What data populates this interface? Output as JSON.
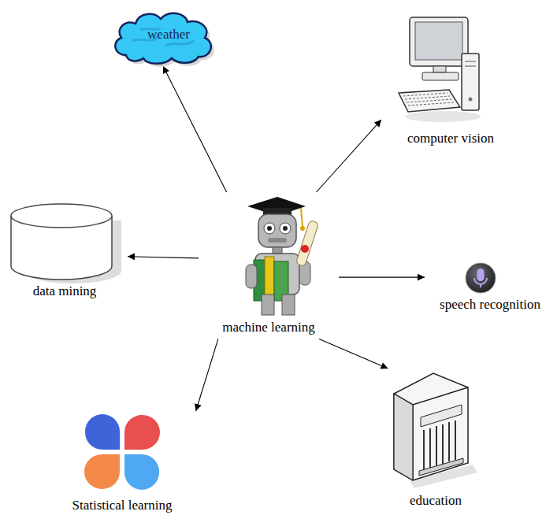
{
  "diagram": {
    "nodes": [
      {
        "text": [
          "weather"
        ]
      },
      {
        "text": [
          "computer vision"
        ]
      },
      {
        "text": [
          "data mining"
        ]
      },
      {
        "text": [
          "machine learning"
        ]
      },
      {
        "text": [
          "speech recognition"
        ]
      },
      {
        "text": [
          "Statistical learning"
        ]
      },
      {
        "text": [
          "education"
        ]
      }
    ],
    "edges": [
      {
        "from": 3,
        "to": 0,
        "arrow": "to"
      },
      {
        "from": 3,
        "to": 1,
        "arrow": "to"
      },
      {
        "from": 3,
        "to": 2,
        "arrow": "to"
      },
      {
        "from": 3,
        "to": 4,
        "arrow": "to"
      },
      {
        "from": 3,
        "to": 5,
        "arrow": "to"
      },
      {
        "from": 3,
        "to": 6,
        "arrow": "to"
      }
    ]
  }
}
